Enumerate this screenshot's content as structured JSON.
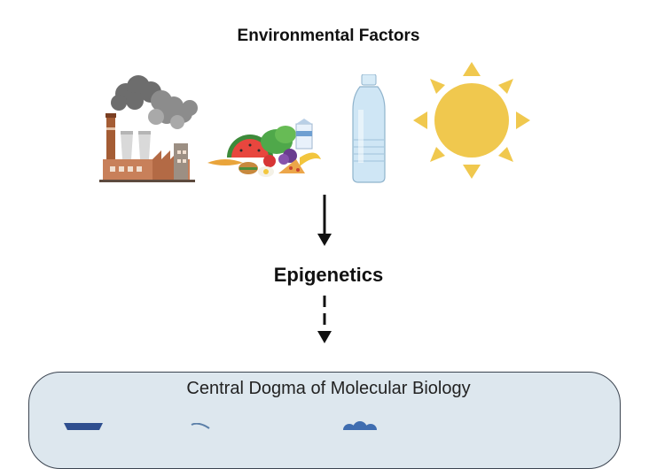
{
  "diagram": {
    "title": "Environmental Factors",
    "icons": [
      {
        "name": "factory-icon",
        "meaning": "pollution"
      },
      {
        "name": "food-icon",
        "meaning": "diet"
      },
      {
        "name": "water-bottle-icon",
        "meaning": "plastics"
      },
      {
        "name": "sun-icon",
        "meaning": "sunlight"
      }
    ],
    "middle_label": "Epigenetics",
    "box_title": "Central Dogma of Molecular Biology",
    "colors": {
      "box_fill": "#dde7ee",
      "box_border": "#3b4450",
      "sun": "#f0c84e",
      "smoke": "#7a7a7a",
      "factory": "#b8734c",
      "bottle": "#cfe6f5"
    }
  }
}
